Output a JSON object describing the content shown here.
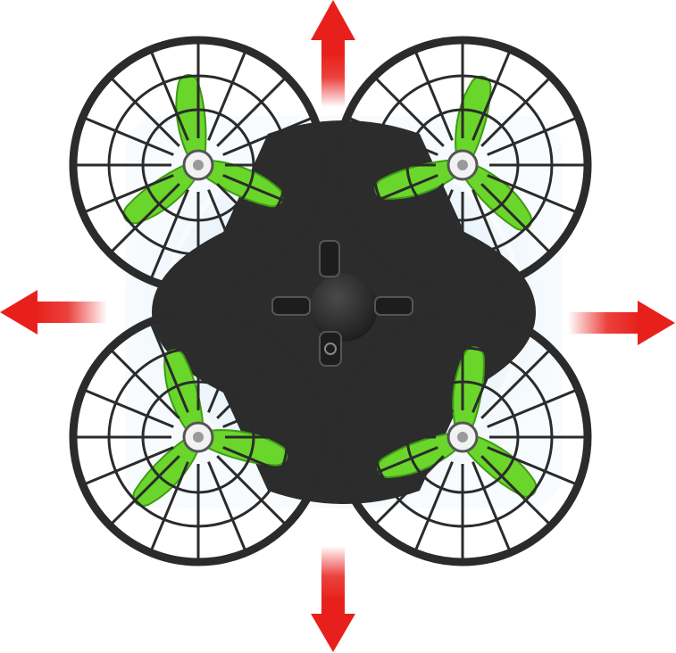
{
  "image": {
    "subject": "quadcopter-drone-top-view",
    "colors": {
      "background": "#ffffff",
      "frame": "#2b2b2b",
      "propeller": "#6ad62b",
      "propeller_dark": "#3f9a16",
      "arrow": "#e8201c",
      "glow": "#cfe7f7"
    },
    "arrows": [
      "up",
      "down",
      "left",
      "right"
    ]
  }
}
